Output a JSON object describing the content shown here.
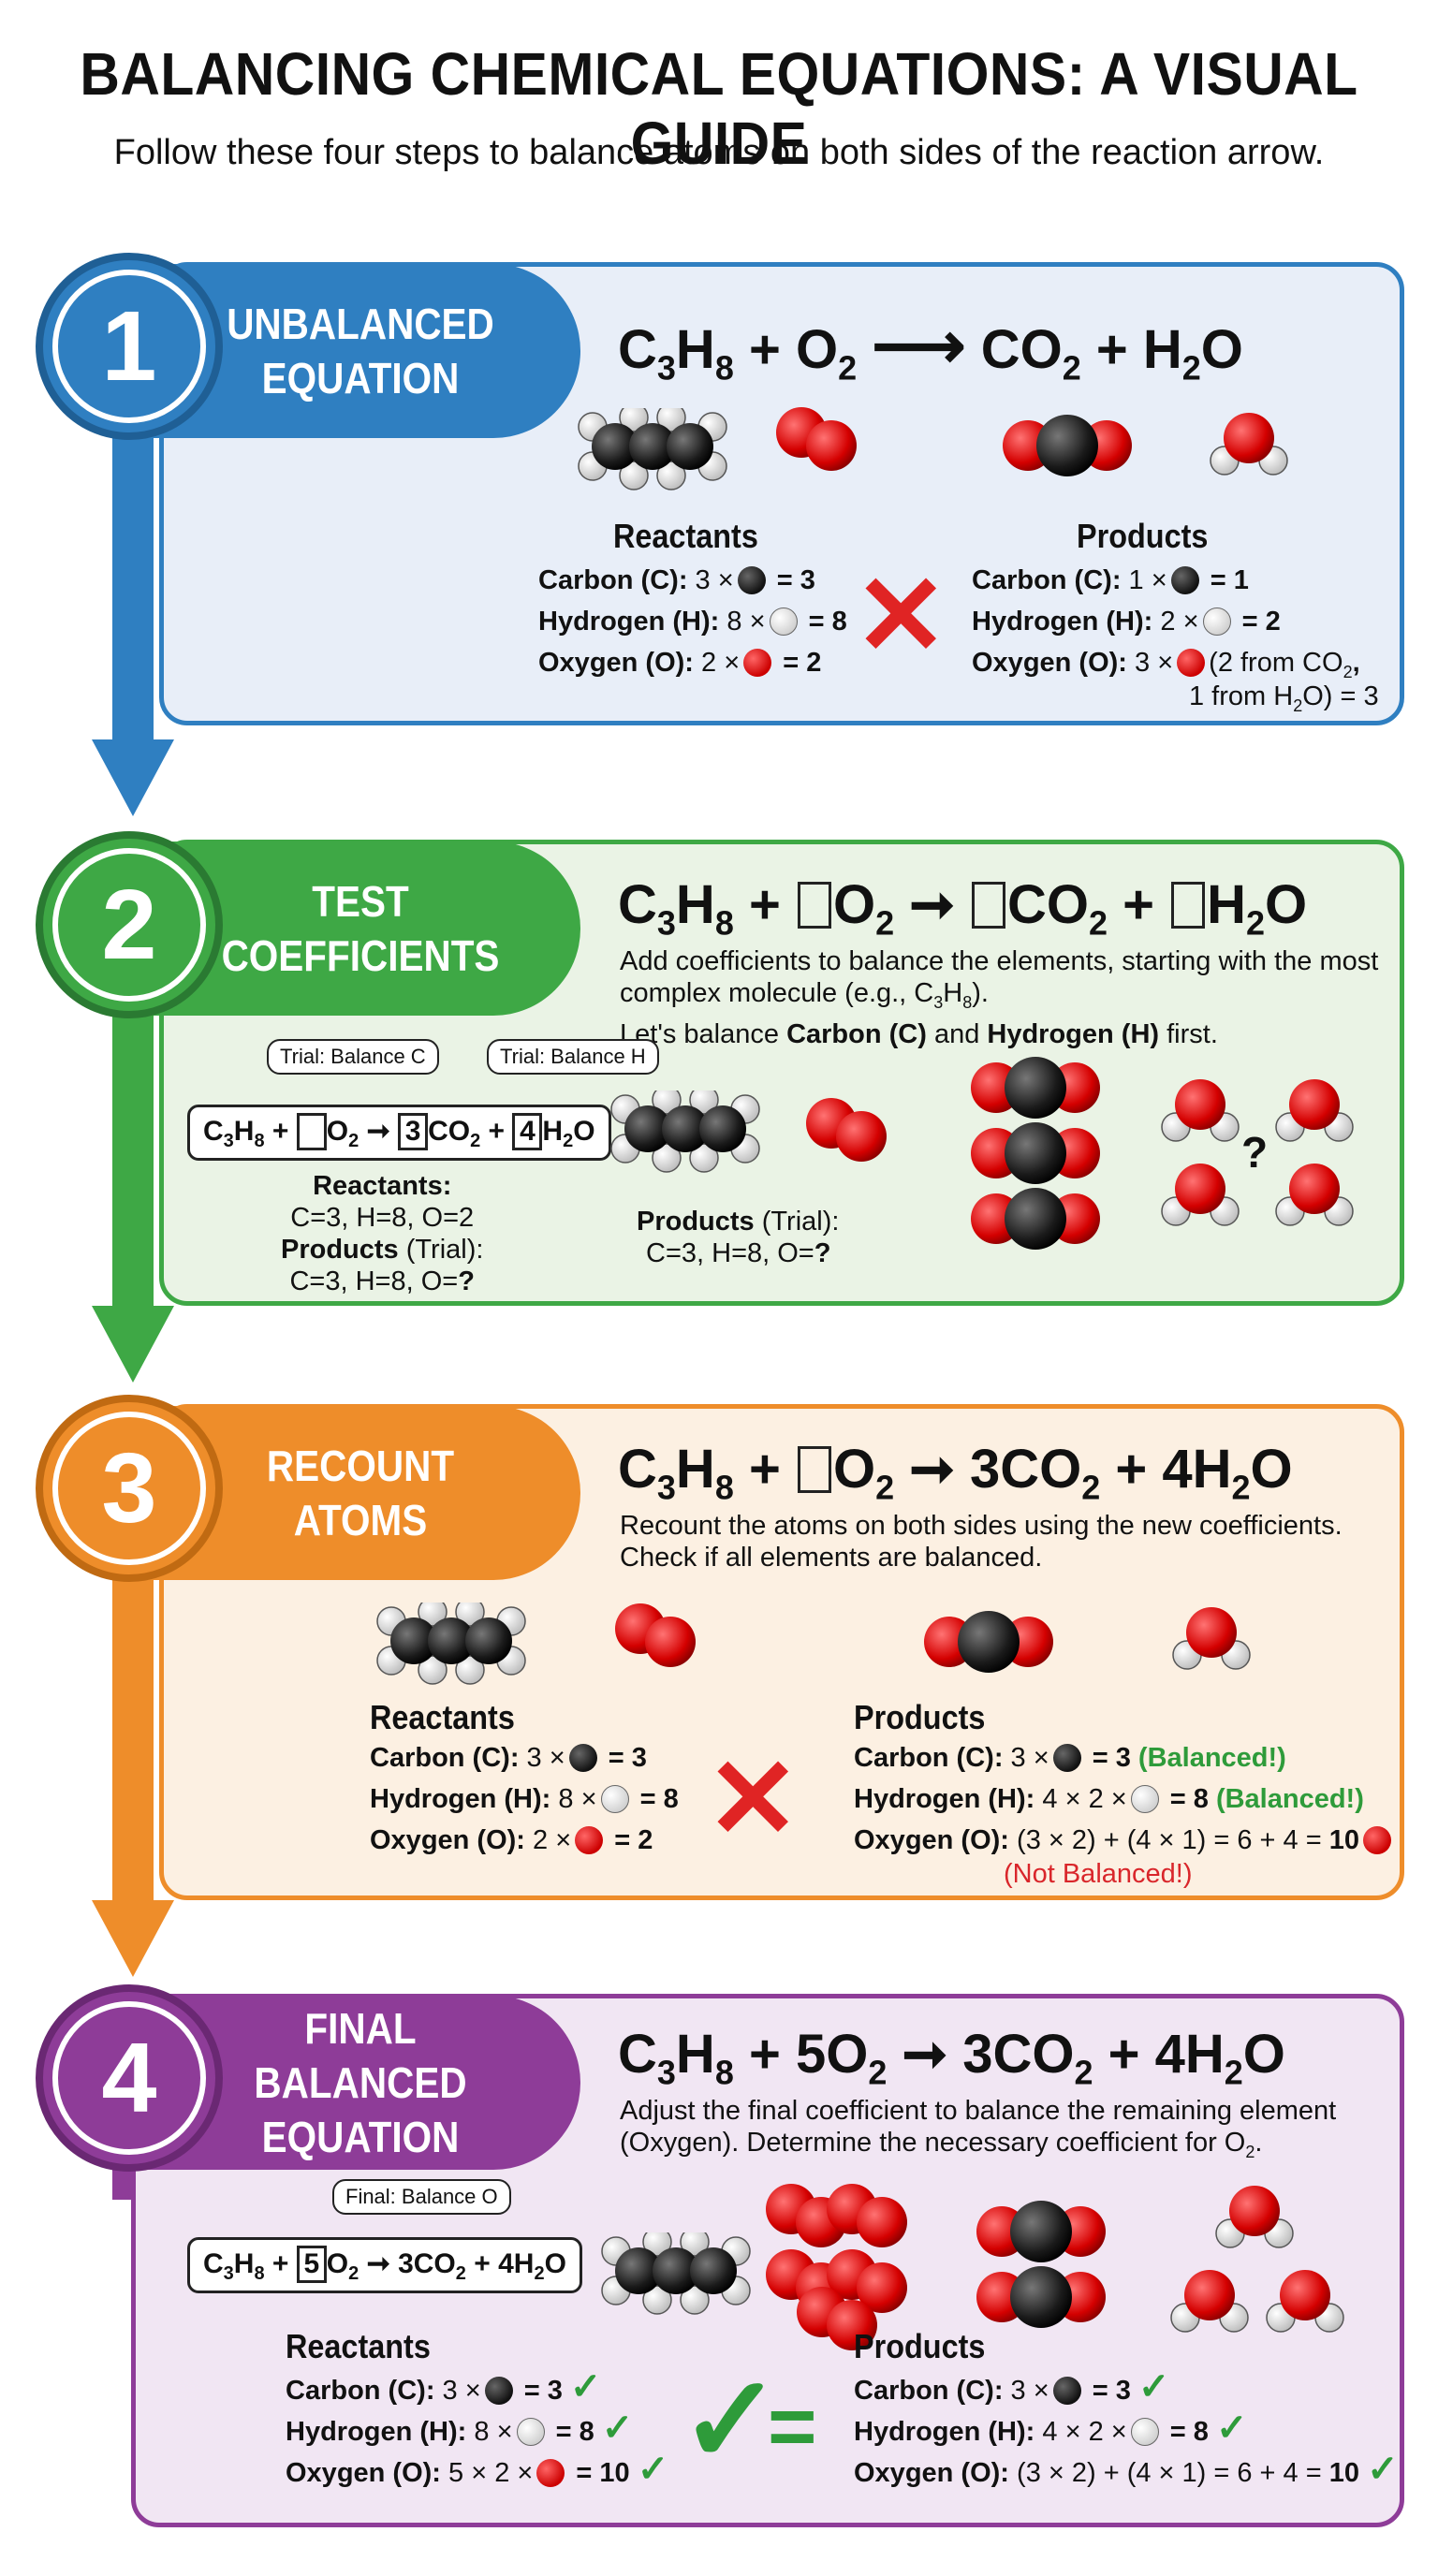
{
  "header": {
    "title": "BALANCING CHEMICAL EQUATIONS: A VISUAL GUIDE",
    "subtitle": "Follow these four steps to balance atoms on both sides of the reaction arrow."
  },
  "colors": {
    "step1": "#2f7fc1",
    "step2": "#3ea845",
    "step3": "#ee8d2a",
    "step4": "#8e3c98"
  },
  "labels": {
    "reactants": "Reactants",
    "products": "Products",
    "carbon": "Carbon (C):",
    "hydrogen": "Hydrogen (H):",
    "oxygen": "Oxygen (O):"
  },
  "step1": {
    "number": "1",
    "title": "UNBALANCED EQUATION",
    "r_c": "3 ×",
    "r_c_v": "= 3",
    "r_h": "8 ×",
    "r_h_v": "= 8",
    "r_o": "2 ×",
    "r_o_v": "= 2",
    "p_c": "1 ×",
    "p_c_v": "= 1",
    "p_h": "2 ×",
    "p_h_v": "= 2",
    "p_o": "3 ×",
    "p_o_note1": "(2 from CO",
    "p_o_note2": "1 from H",
    "p_o_note3": "O) = 3"
  },
  "step2": {
    "number": "2",
    "title": "TEST COEFFICIENTS",
    "desc1": "Add coefficients to balance the elements, starting with the most complex molecule (e.g., C",
    "desc2": "Let's balance ",
    "desc2b": "Carbon (C)",
    "desc2c": " and ",
    "desc2d": "Hydrogen (H)",
    "desc2e": " first.",
    "callout1": "Trial: Balance C",
    "callout2": "Trial: Balance H",
    "coef_c": "3",
    "coef_h": "4",
    "reactants_heading": "Reactants:",
    "reactants_values": "C=3, H=8, O=2",
    "products_label": "Products",
    "products_trial": " (Trial):",
    "products_values": "C=3, H=8, O=",
    "unknown": "?"
  },
  "step3": {
    "number": "3",
    "title": "RECOUNT ATOMS",
    "desc": "Recount the atoms on both sides using the new coefficients. Check if all elements are balanced.",
    "r_c": "3 ×",
    "r_c_v": "= 3",
    "r_h": "8 ×",
    "r_h_v": "= 8",
    "r_o": "2 ×",
    "r_o_v": "= 2",
    "p_c": "3 ×",
    "p_c_v": "= 3",
    "p_h": "4 × 2 ×",
    "p_h_v": "= 8",
    "balanced": "(Balanced!)",
    "p_o": "(3 × 2) + (4 × 1) = 6 + 4 =",
    "p_o_v": "10",
    "not_balanced": "(Not Balanced!)"
  },
  "step4": {
    "number": "4",
    "title": "FINAL BALANCED EQUATION",
    "desc": "Adjust the final coefficient to balance the remaining element (Oxygen). Determine the necessary coefficient for O",
    "callout": "Final: Balance O",
    "coef_o": "5",
    "r_c": "3 ×",
    "r_c_v": "= 3",
    "r_h": "8 ×",
    "r_h_v": "= 8",
    "r_o": "5 × 2 ×",
    "r_o_v": "= 10",
    "p_c": "3 ×",
    "p_c_v": "= 3",
    "p_h": "4 × 2 ×",
    "p_h_v": "= 8",
    "p_o": "(3 × 2) + (4 × 1) = 6 + 4 =",
    "p_o_v": "10",
    "equals": "="
  }
}
